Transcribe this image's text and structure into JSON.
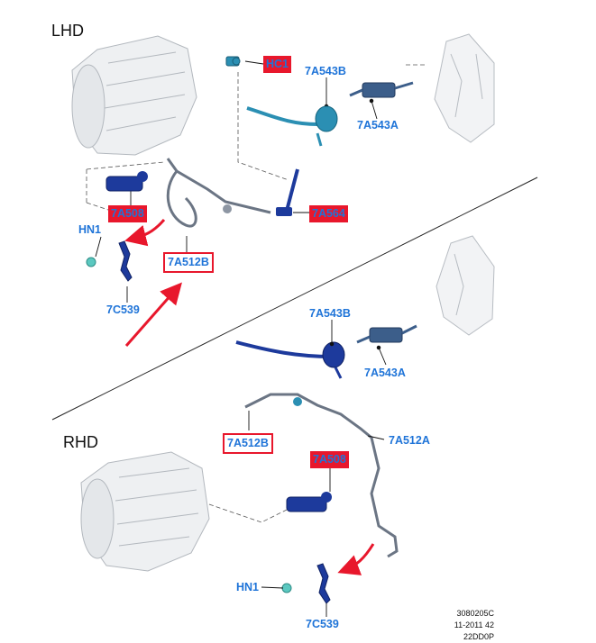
{
  "sections": {
    "lhd": "LHD",
    "rhd": "RHD"
  },
  "lhd": {
    "hc1": "HC1",
    "p7a543b": "7A543B",
    "p7a543a": "7A543A",
    "p7a508": "7A508",
    "p7a564": "7A564",
    "hn1": "HN1",
    "p7a512b": "7A512B",
    "p7c539": "7C539"
  },
  "rhd": {
    "p7a543b": "7A543B",
    "p7a543a": "7A543A",
    "p7a512b": "7A512B",
    "p7a512a": "7A512A",
    "p7a508": "7A508",
    "hn1": "HN1",
    "p7c539": "7C539"
  },
  "reference": {
    "line1": "3080205C",
    "line2": "11-2011 42",
    "line3": "22DD0P"
  },
  "colors": {
    "label_text": "#1f74d8",
    "highlight": "#e8172c",
    "part_dark_blue": "#1d3a9c",
    "part_cyan": "#2b8fb3",
    "ghost_gray": "#c7cbd0"
  }
}
